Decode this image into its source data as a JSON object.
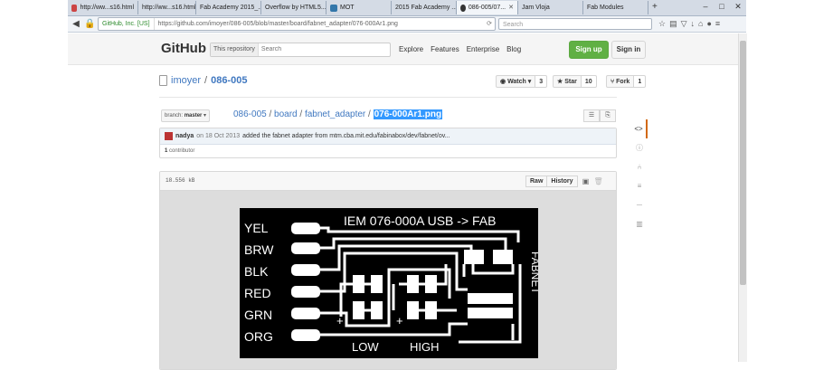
{
  "browser": {
    "tabs": [
      {
        "label": "http://ww...s16.html",
        "active": false
      },
      {
        "label": "http://ww...s16.html",
        "active": false
      },
      {
        "label": "Fab Academy 2015_...",
        "active": false
      },
      {
        "label": "Overflow by HTML5...",
        "active": false
      },
      {
        "label": "MOT",
        "active": false
      },
      {
        "label": "2015 Fab Academy ...",
        "active": false
      },
      {
        "label": "086-005/07...",
        "active": true
      },
      {
        "label": "Jam Vloja",
        "active": false
      },
      {
        "label": "Fab Modules",
        "active": false
      }
    ],
    "secure_label": "GitHub, Inc. [US]",
    "url": "https://github.com/imoyer/086-005/blob/master/board/fabnet_adapter/076-000Ar1.png",
    "search_placeholder": "Search"
  },
  "github": {
    "logo": "GitHub",
    "scope_label": "This repository",
    "search_placeholder": "Search",
    "nav": [
      "Explore",
      "Features",
      "Enterprise",
      "Blog"
    ],
    "signup": "Sign up",
    "signin": "Sign in"
  },
  "repo": {
    "owner": "imoyer",
    "separator": "/",
    "name": "086-005",
    "watch": {
      "label": "Watch",
      "count": "3"
    },
    "star": {
      "label": "Star",
      "count": "10"
    },
    "fork": {
      "label": "Fork",
      "count": "1"
    }
  },
  "file": {
    "branch_prefix": "branch:",
    "branch": "master",
    "path": [
      "086-005",
      "board",
      "fabnet_adapter"
    ],
    "filename": "076-000Ar1.png",
    "commit": {
      "author": "nadya",
      "date": "on 18 Oct 2013",
      "message": "added the fabnet adapter from mtm.cba.mit.edu/fabinabox/dev/fabnet/ov..."
    },
    "contributors_count": "1",
    "contributors_label": "contributor",
    "size": "18.556 kB",
    "raw_label": "Raw",
    "history_label": "History"
  },
  "pcb": {
    "title": "IEM 076-000A  USB -> FAB",
    "wires": [
      "YEL",
      "BRW",
      "BLK",
      "RED",
      "GRN",
      "ORG"
    ],
    "side_label": "FABNET",
    "low_label": "LOW",
    "high_label": "HIGH",
    "plus": "+"
  },
  "colors": {
    "link": "#4078c0",
    "signup": "#60b044",
    "selection": "#3399ff",
    "sidebar_accent": "#d26911"
  }
}
